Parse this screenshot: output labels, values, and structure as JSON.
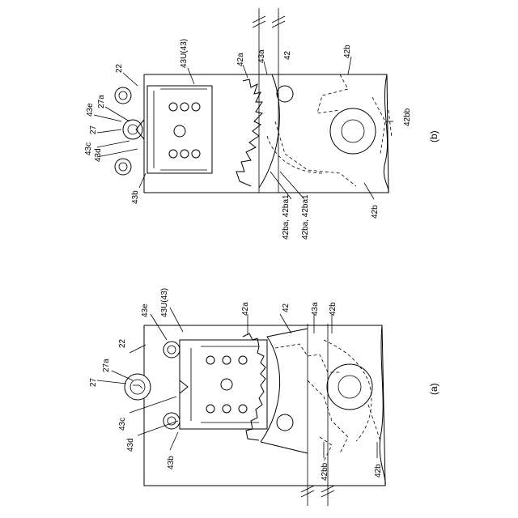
{
  "figure_a": {
    "caption": "(a)",
    "labels": {
      "l22": "22",
      "l27": "27",
      "l27a": "27a",
      "l43e": "43e",
      "l43U": "43U(43)",
      "l42a": "42a",
      "l42": "42",
      "l43a": "43a",
      "l42b_top": "42b",
      "l43c": "43c",
      "l43d": "43d",
      "l43b": "43b",
      "l42bb": "42bb",
      "l42b_bot": "42b"
    }
  },
  "figure_b": {
    "caption": "(b)",
    "labels": {
      "l22": "22",
      "l43U": "43U(43)",
      "l42a": "42a",
      "l43a": "43a",
      "l42": "42",
      "l42b_top": "42b",
      "l43e": "43e",
      "l27a": "27a",
      "l27": "27",
      "l43c": "43c",
      "l43d": "43d",
      "l43b": "43b",
      "l42bb": "42bb",
      "l42ba": "42ba, 42ba1",
      "l42ba_alt": "42ba, 42ba1",
      "l42b_bot": "42b"
    }
  }
}
